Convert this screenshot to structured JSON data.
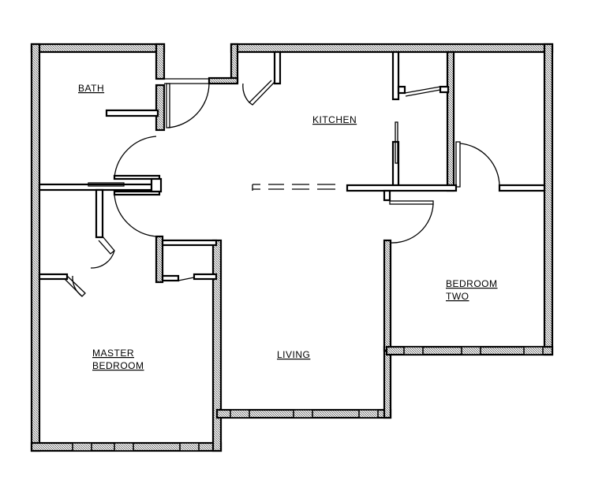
{
  "rooms": {
    "bath": "BATH",
    "kitchen": "KITCHEN",
    "bedroom_two_line1": "BEDROOM",
    "bedroom_two_line2": "TWO",
    "master_line1": "MASTER",
    "master_line2": "BEDROOM",
    "living": "LIVING"
  }
}
